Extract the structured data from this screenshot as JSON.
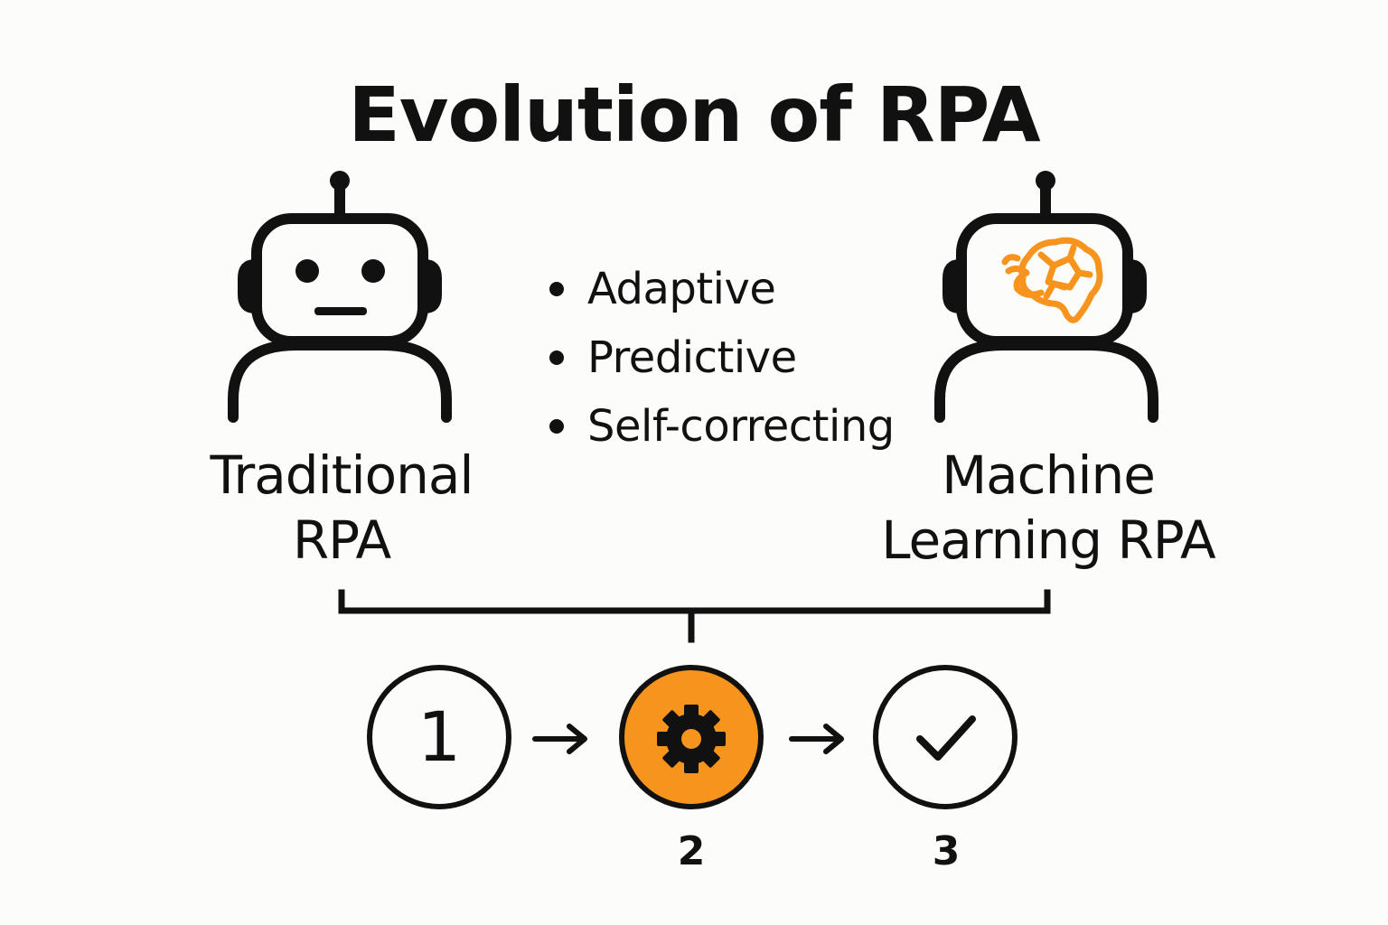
{
  "title": "Evolution of RPA",
  "left_robot": {
    "label_line1": "Traditional",
    "label_line2": "RPA",
    "face_icon": "robot-face-icon"
  },
  "right_robot": {
    "label_line1": "Machine",
    "label_line2": "Learning RPA",
    "face_icon": "brain-icon",
    "brain_color": "#f7941d"
  },
  "features": [
    "Adaptive",
    "Predictive",
    "Self-correcting"
  ],
  "steps": [
    {
      "digit": "1",
      "icon": "number-one-icon",
      "number_label": ""
    },
    {
      "icon": "gear-icon",
      "number_label": "2",
      "fill": "#f7941d"
    },
    {
      "icon": "checkmark-icon",
      "number_label": "3"
    }
  ],
  "colors": {
    "accent": "#f7941d",
    "ink": "#111111",
    "background": "#fcfcfa"
  }
}
